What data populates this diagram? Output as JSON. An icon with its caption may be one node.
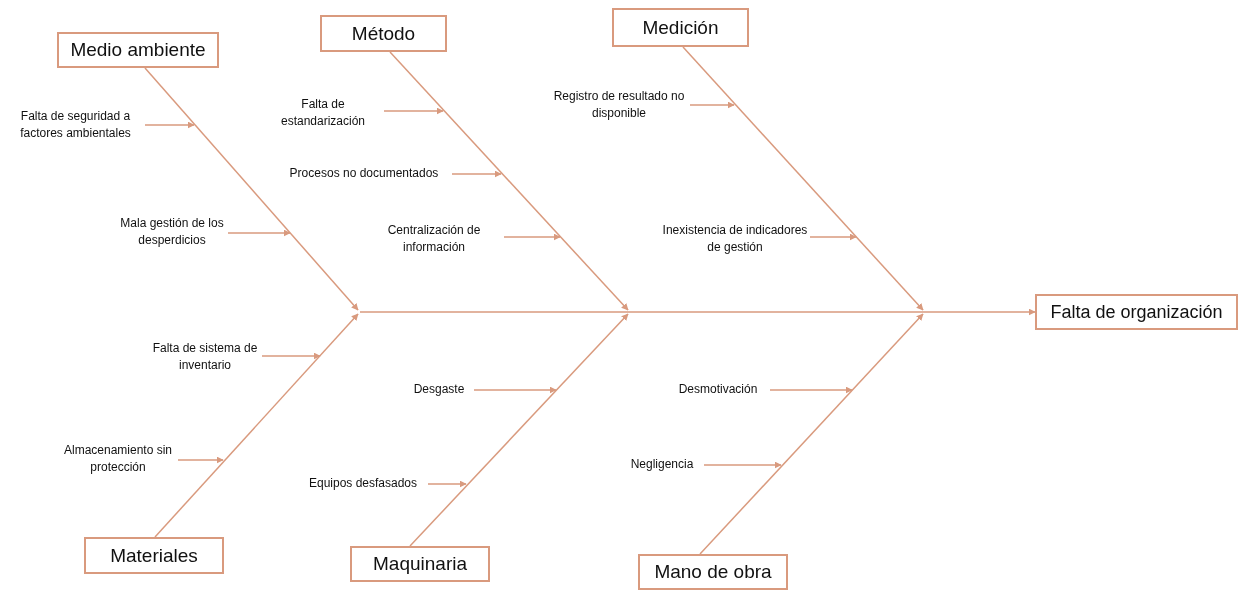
{
  "diagram": {
    "nodes": [
      {
        "text": [
          "Medio ambiente"
        ]
      },
      {
        "text": [
          "Método"
        ]
      },
      {
        "text": [
          "Medición"
        ]
      },
      {
        "text": [
          "Materiales"
        ]
      },
      {
        "text": [
          "Maquinaria"
        ]
      },
      {
        "text": [
          "Mano de obra"
        ]
      },
      {
        "text": [
          "Falta de organización"
        ]
      },
      {
        "text": [
          "Falta de seguridad a factores ambientales"
        ]
      },
      {
        "text": [
          "Mala gestión de los desperdicios"
        ]
      },
      {
        "text": [
          "Falta de estandarización"
        ]
      },
      {
        "text": [
          "Procesos no documentados"
        ]
      },
      {
        "text": [
          "Centralización de información"
        ]
      },
      {
        "text": [
          "Registro de resultado no disponible"
        ]
      },
      {
        "text": [
          "Inexistencia de indicadores de gestión"
        ]
      },
      {
        "text": [
          "Falta de sistema de inventario"
        ]
      },
      {
        "text": [
          "Almacenamiento sin protección"
        ]
      },
      {
        "text": [
          "Desgaste"
        ]
      },
      {
        "text": [
          "Equipos desfasados"
        ]
      },
      {
        "text": [
          "Desmotivación"
        ]
      },
      {
        "text": [
          "Negligencia"
        ]
      }
    ],
    "edges": [
      {
        "from": 0,
        "to": null,
        "arrow": "to"
      },
      {
        "from": 1,
        "to": null,
        "arrow": "to"
      },
      {
        "from": 2,
        "to": null,
        "arrow": "to"
      },
      {
        "from": 3,
        "to": null,
        "arrow": "to"
      },
      {
        "from": 4,
        "to": null,
        "arrow": "to"
      },
      {
        "from": 5,
        "to": null,
        "arrow": "to"
      },
      {
        "from": 7,
        "to": null,
        "arrow": "to"
      },
      {
        "from": 8,
        "to": null,
        "arrow": "to"
      },
      {
        "from": 9,
        "to": null,
        "arrow": "to"
      },
      {
        "from": 10,
        "to": null,
        "arrow": "to"
      },
      {
        "from": 11,
        "to": null,
        "arrow": "to"
      },
      {
        "from": 12,
        "to": null,
        "arrow": "to"
      },
      {
        "from": 13,
        "to": null,
        "arrow": "to"
      },
      {
        "from": 14,
        "to": null,
        "arrow": "to"
      },
      {
        "from": 15,
        "to": null,
        "arrow": "to"
      },
      {
        "from": 16,
        "to": null,
        "arrow": "to"
      },
      {
        "from": 17,
        "to": null,
        "arrow": "to"
      },
      {
        "from": 18,
        "to": null,
        "arrow": "to"
      },
      {
        "from": 19,
        "to": null,
        "arrow": "to"
      },
      {
        "from": null,
        "to": 6,
        "arrow": "to"
      }
    ]
  }
}
